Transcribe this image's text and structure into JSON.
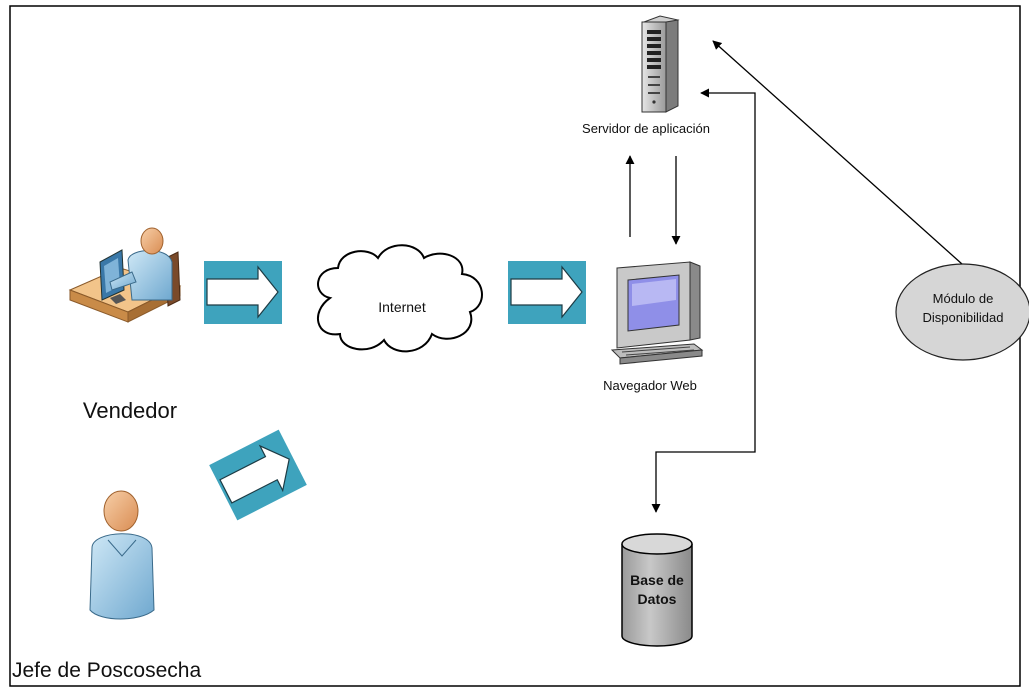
{
  "labels": {
    "server": "Servidor de aplicación",
    "internet": "Internet",
    "browser": "Navegador Web",
    "vendedor": "Vendedor",
    "jefe": "Jefe de Poscosecha",
    "modulo_line1": "Módulo de",
    "modulo_line2": "Disponibilidad",
    "db_line1": "Base de",
    "db_line2": "Datos"
  },
  "colors": {
    "flow_arrow_band": "#3ea3bd",
    "module_ellipse": "#d6d6d6",
    "database_fill": "#b3b3b3",
    "screen_blue": "#8f8fe8",
    "person_shirt": "#9fcde8",
    "person_skin": "#f0b78c"
  },
  "icons": [
    "application-server-icon",
    "cloud-icon",
    "computer-icon",
    "database-icon",
    "person-at-desk-icon",
    "person-icon"
  ]
}
